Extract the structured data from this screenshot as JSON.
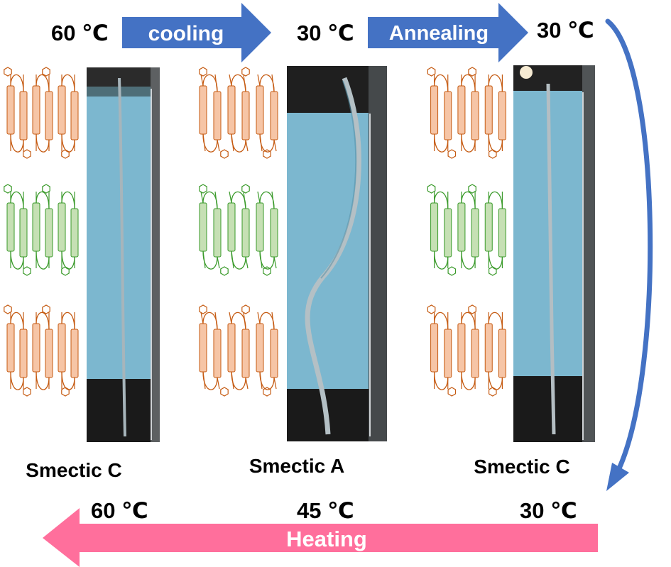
{
  "top_row": {
    "temp_start": "60 ℃",
    "arrow_cooling": "cooling",
    "temp_mid": "30 ℃",
    "arrow_annealing": "Annealing",
    "temp_end": "30 ℃"
  },
  "phases": [
    {
      "label": "Smectic C"
    },
    {
      "label": "Smectic A"
    },
    {
      "label": "Smectic C"
    }
  ],
  "bottom_row": {
    "temp_left": "60 ℃",
    "temp_mid": "45 ℃",
    "temp_right": "30 ℃",
    "arrow_heating": "Heating"
  },
  "colors": {
    "blue_arrow": "#4472c4",
    "pink_arrow": "#ff6f9c",
    "orange_mesogen": "#f6c5a6",
    "orange_chain": "#c55a11",
    "green_mesogen": "#c6e0b4",
    "green_chain": "#3a9a2a",
    "photo_blue": "#7cb7cf",
    "photo_dark": "#1a1a1a"
  }
}
